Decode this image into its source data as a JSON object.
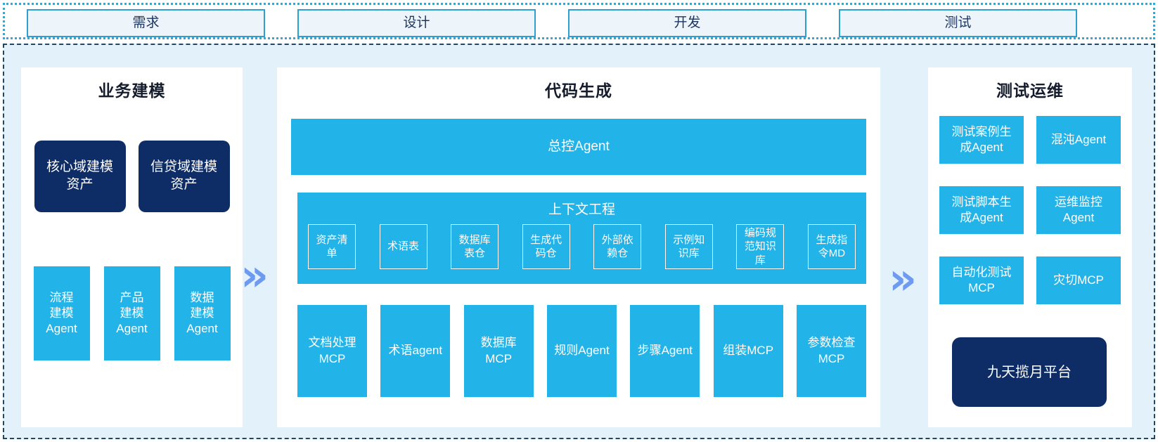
{
  "phases": {
    "items": [
      {
        "label": "需求"
      },
      {
        "label": "设计"
      },
      {
        "label": "开发"
      },
      {
        "label": "测试"
      }
    ]
  },
  "decorations": {
    "flow_arrow_glyph": "»"
  },
  "colors": {
    "accent_cyan": "#22b3e8",
    "accent_navy": "#0e2c66",
    "arrow_blue": "#6e9bf0",
    "strip_border": "#2fa9d8",
    "main_border": "#26465f",
    "main_background": "#e3f1fa"
  },
  "panels": {
    "business": {
      "title": "业务建模",
      "assets": [
        {
          "label": "核心域建模\n资产"
        },
        {
          "label": "信贷域建模\n资产"
        }
      ],
      "agents": [
        {
          "label": "流程\n建模\nAgent"
        },
        {
          "label": "产品\n建模\nAgent"
        },
        {
          "label": "数据\n建模\nAgent"
        }
      ]
    },
    "codegen": {
      "title": "代码生成",
      "master_agent": "总控Agent",
      "context": {
        "title": "上下文工程",
        "items": [
          {
            "label": "资产清\n单"
          },
          {
            "label": "术语表"
          },
          {
            "label": "数据库\n表仓"
          },
          {
            "label": "生成代\n码仓"
          },
          {
            "label": "外部依\n赖仓"
          },
          {
            "label": "示例知\n识库"
          },
          {
            "label": "编码规\n范知识\n库"
          },
          {
            "label": "生成指\n令MD"
          }
        ]
      },
      "tools": [
        {
          "label": "文档处理\nMCP"
        },
        {
          "label": "术语agent"
        },
        {
          "label": "数据库\nMCP"
        },
        {
          "label": "规则Agent"
        },
        {
          "label": "步骤Agent"
        },
        {
          "label": "组装MCP"
        },
        {
          "label": "参数检查\nMCP"
        }
      ]
    },
    "testops": {
      "title": "测试运维",
      "grid": [
        {
          "label": "测试案例生\n成Agent"
        },
        {
          "label": "混沌Agent"
        },
        {
          "label": "测试脚本生\n成Agent"
        },
        {
          "label": "运维监控\nAgent"
        },
        {
          "label": "自动化测试\nMCP"
        },
        {
          "label": "灾切MCP"
        }
      ],
      "platform": "九天揽月平台"
    }
  }
}
